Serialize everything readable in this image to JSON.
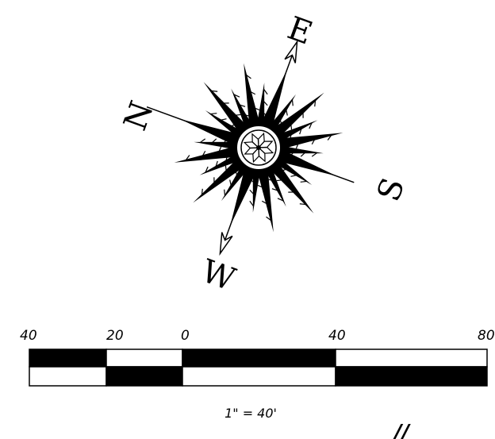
{
  "compass": {
    "north_label": "N",
    "south_label": "S",
    "east_label": "E",
    "west_label": "W",
    "rotation_deg": -70,
    "ink_color": "#000000"
  },
  "scale_bar": {
    "tick_labels": [
      "40",
      "20",
      "0",
      "40",
      "80"
    ],
    "ratio_text": "1\" = 40'",
    "units": "feet"
  },
  "corner_mark": "//"
}
